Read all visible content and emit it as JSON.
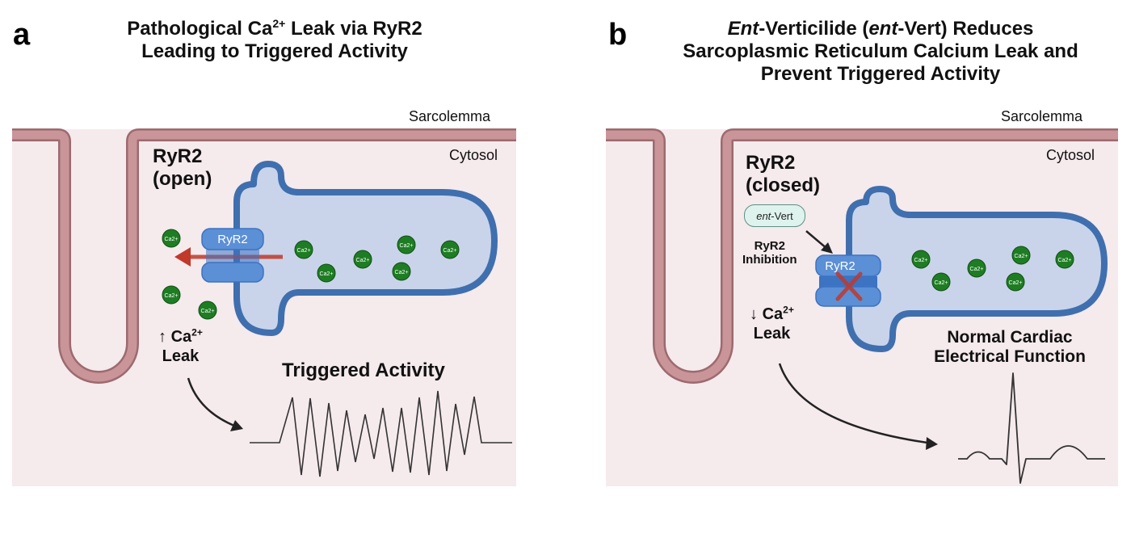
{
  "panel_a": {
    "letter": "a",
    "title_parts": [
      "Pathological Ca",
      "2+",
      " Leak via RyR2",
      "Leading to Triggered Activity"
    ],
    "membrane_label": "Sarcolemma",
    "cytosol_label": "Cytosol",
    "ryr2_title": "RyR2",
    "ryr2_state": "(open)",
    "channel_label": "RyR2",
    "ion_label": "Ca2+",
    "leak_arrow": "↑",
    "leak_ca": "Ca",
    "leak_charge": "2+",
    "leak_word": "Leak",
    "result_label": "Triggered Activity"
  },
  "panel_b": {
    "letter": "b",
    "title_parts": [
      "Ent",
      "-Verticilide (",
      "ent",
      "-Vert) Reduces",
      "Sarcoplasmic Reticulum Calcium Leak and",
      "Prevent Triggered Activity"
    ],
    "membrane_label": "Sarcolemma",
    "cytosol_label": "Cytosol",
    "ryr2_title": "RyR2",
    "ryr2_state": "(closed)",
    "drug_italic": "ent",
    "drug_rest": "-Vert",
    "inhibition_line1": "RyR2",
    "inhibition_line2": "Inhibition",
    "channel_label": "RyR2",
    "ion_label": "Ca2+",
    "leak_arrow": "↓",
    "leak_ca": "Ca",
    "leak_charge": "2+",
    "leak_word": "Leak",
    "result_line1": "Normal Cardiac",
    "result_line2": "Electrical Function"
  },
  "colors": {
    "cytosol": "#f5eaec",
    "membrane": "#c99599",
    "membrane_edge": "#9c6a6f",
    "sr_fill": "#c9d4ea",
    "sr_edge": "#3f6fae",
    "channel": "#5b8fd6",
    "channel_dark": "#3c73c2",
    "ion": "#1e7d23",
    "leak_arrow": "#c0392b",
    "inhibit_x": "#c0392b",
    "trace": "#333333"
  }
}
